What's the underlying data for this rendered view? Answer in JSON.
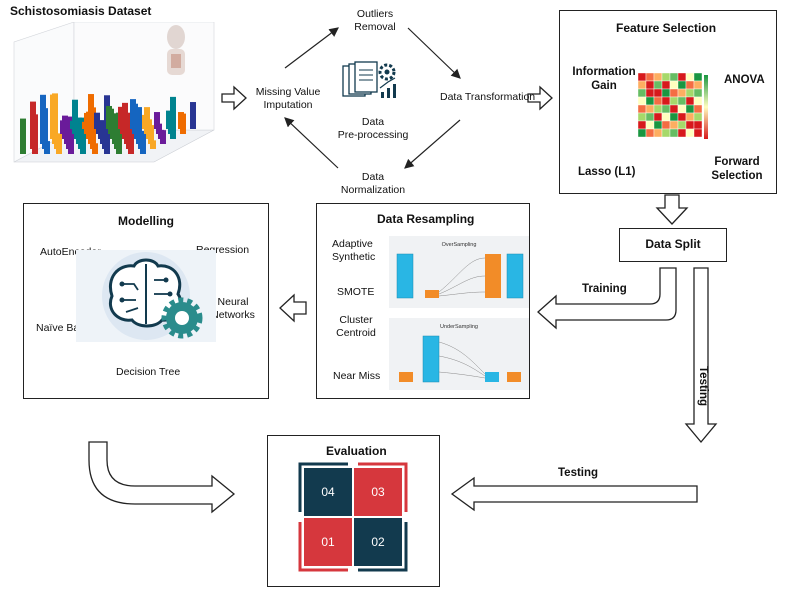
{
  "dataset": {
    "title": "Schistosomiasis Dataset"
  },
  "preprocessing": {
    "missing_value": "Missing Value\nImputation",
    "outliers": "Outliers\nRemoval",
    "transformation": "Data Transformation",
    "normalization": "Data\nNormalization",
    "center": "Data\nPre-processing"
  },
  "feature_selection": {
    "title": "Feature Selection",
    "info_gain": "Information\nGain",
    "anova": "ANOVA",
    "lasso": "Lasso (L1)",
    "forward": "Forward\nSelection"
  },
  "data_split": {
    "label": "Data Split"
  },
  "resampling": {
    "title": "Data Resampling",
    "adaptive": "Adaptive\nSynthetic",
    "smote": "SMOTE",
    "cluster": "Cluster\nCentroid",
    "nearmiss": "Near Miss",
    "over_title": "OverSampling",
    "under_title": "UnderSampling"
  },
  "modelling": {
    "title": "Modelling",
    "autoencoder": "AutoEncoder",
    "regression": "Regression",
    "neural": "Neural\nNetworks",
    "naive": "Naïve Bayes",
    "tree": "Decision Tree"
  },
  "flows": {
    "training": "Training",
    "testing_v": "Testing",
    "testing_h": "Testing"
  },
  "evaluation": {
    "title": "Evaluation",
    "cells": [
      "04",
      "03",
      "01",
      "02"
    ]
  },
  "colors": {
    "navy": "#123a4e",
    "red": "#d6373d",
    "teal": "#2a8c8c",
    "cyan": "#29b6e4",
    "orange": "#f28c28"
  }
}
